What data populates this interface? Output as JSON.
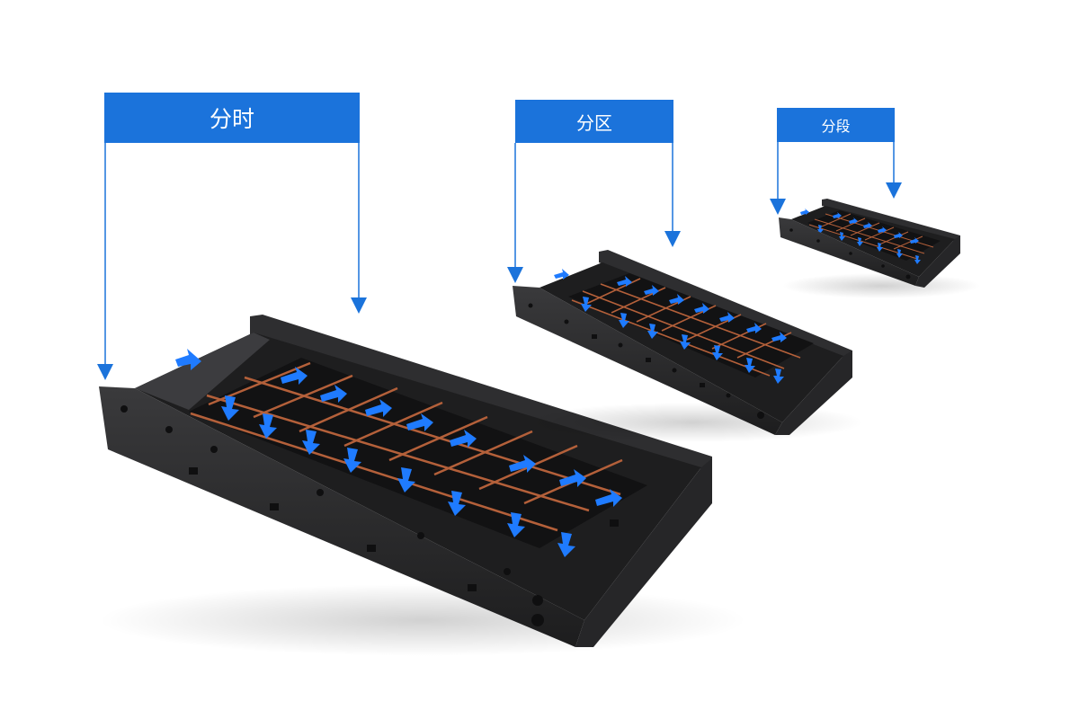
{
  "colors": {
    "label_bg": "#1b73db",
    "label_text": "#ffffff",
    "callout_line": "#1b73db",
    "tray_body": "#2b2b2d",
    "tray_dark": "#1a1a1b",
    "divider": "#b4603a",
    "flow_arrow": "#1f7bff"
  },
  "icons": [
    "down-arrow-icon",
    "flow-arrow-icon"
  ],
  "modules": [
    {
      "label": "分时"
    },
    {
      "label": "分区"
    },
    {
      "label": "分段"
    }
  ]
}
